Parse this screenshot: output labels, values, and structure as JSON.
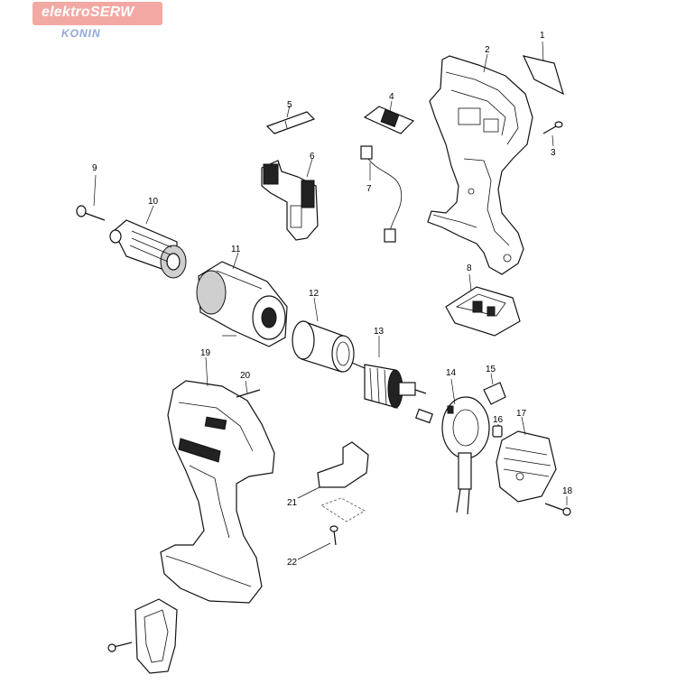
{
  "watermark": {
    "brand": "elektroSERW",
    "city": "KONIN",
    "background": "#f3a9a3",
    "city_color": "#8fa8d8"
  },
  "part_numbers": [
    "1",
    "2",
    "3",
    "4",
    "5",
    "6",
    "7",
    "8",
    "9",
    "10",
    "11",
    "12",
    "13",
    "14",
    "15",
    "16",
    "17",
    "18",
    "19",
    "20",
    "21",
    "22"
  ]
}
